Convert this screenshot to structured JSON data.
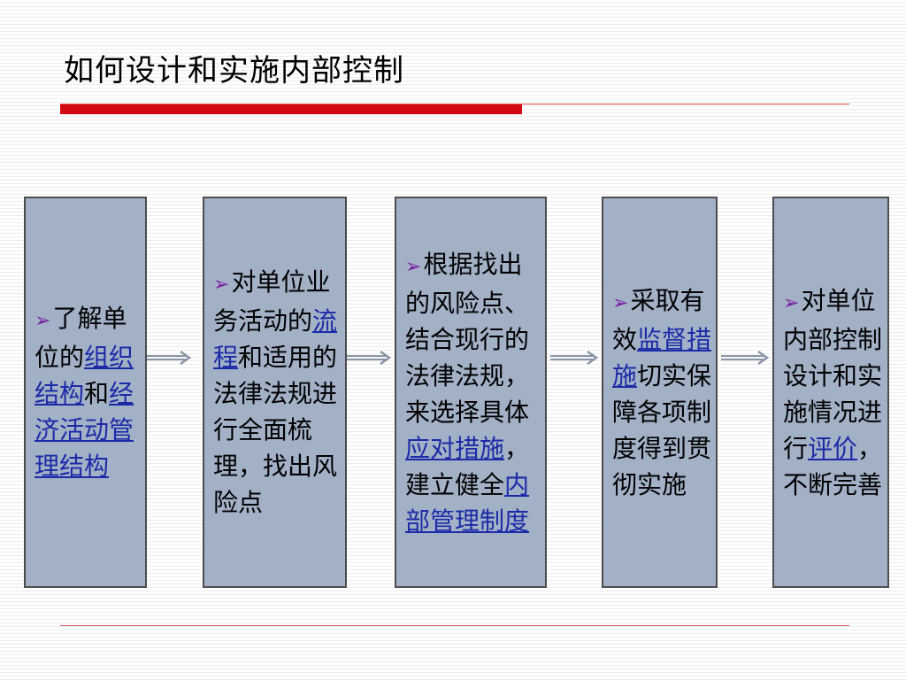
{
  "slide": {
    "title": "如何设计和实施内部控制",
    "boxes": [
      {
        "bullet": "➢",
        "segments": [
          {
            "text": "了解单位的",
            "link": false
          },
          {
            "text": "组织结构",
            "link": true
          },
          {
            "text": "和",
            "link": false
          },
          {
            "text": "经济活动管理结构",
            "link": true
          }
        ]
      },
      {
        "bullet": "➢",
        "segments": [
          {
            "text": "对单位业务活动的",
            "link": false
          },
          {
            "text": "流程",
            "link": true
          },
          {
            "text": "和适用的法律法规进行全面梳理，找出风险点",
            "link": false
          }
        ]
      },
      {
        "bullet": "➢",
        "segments": [
          {
            "text": "根据找出的风险点、结合现行的法律法规，来选择具体",
            "link": false
          },
          {
            "text": "应对措施",
            "link": true
          },
          {
            "text": "，建立健全",
            "link": false
          },
          {
            "text": "内部管理制度",
            "link": true
          }
        ]
      },
      {
        "bullet": "➢",
        "segments": [
          {
            "text": "采取有效",
            "link": false
          },
          {
            "text": "监督措施",
            "link": true
          },
          {
            "text": "切实保障各项制度得到贯彻实施",
            "link": false
          }
        ]
      },
      {
        "bullet": "➢",
        "segments": [
          {
            "text": "对单位内部控制设计和实施情况进行",
            "link": false
          },
          {
            "text": "评价",
            "link": true
          },
          {
            "text": "，不断完善",
            "link": false
          }
        ]
      }
    ]
  },
  "colors": {
    "box_fill": "#a2b1c6",
    "box_border": "#4d4d4d",
    "accent_red": "#d40b14",
    "link": "#1c2aa8",
    "bullet": "#7a1fa3",
    "arrow": "#8a96a8"
  },
  "icons": {
    "bullet": "arrow-bullet-icon",
    "connector": "right-arrow-icon"
  }
}
